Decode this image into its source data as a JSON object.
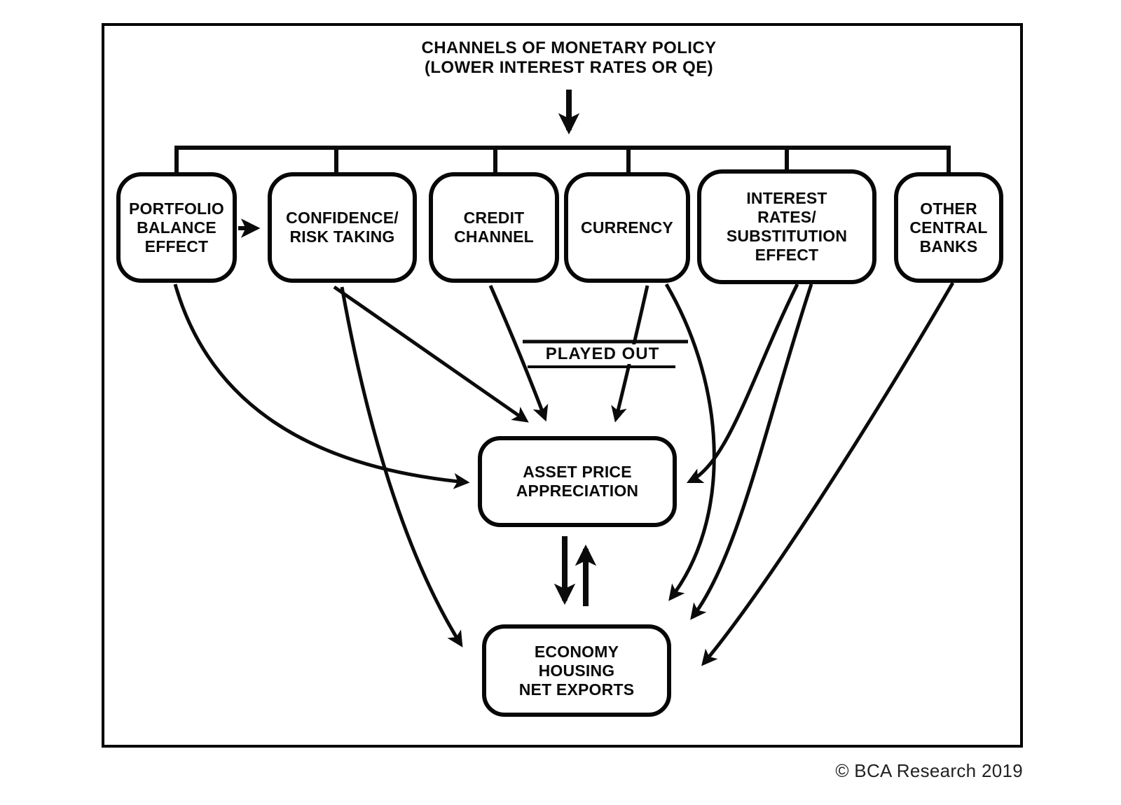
{
  "diagram": {
    "title_line1": "CHANNELS OF MONETARY POLICY",
    "title_line2": "(LOWER INTEREST RATES OR QE)",
    "played_out": "PLAYED OUT",
    "copyright": "© BCA Research 2019"
  },
  "channels": {
    "portfolio": {
      "lines": [
        "PORTFOLIO",
        "BALANCE",
        "EFFECT"
      ]
    },
    "confidence": {
      "lines": [
        "CONFIDENCE/",
        "RISK TAKING"
      ]
    },
    "credit": {
      "lines": [
        "CREDIT",
        "CHANNEL"
      ]
    },
    "currency": {
      "lines": [
        "CURRENCY"
      ]
    },
    "interest": {
      "lines": [
        "INTEREST",
        "RATES/",
        "SUBSTITUTION",
        "EFFECT"
      ]
    },
    "other_banks": {
      "lines": [
        "OTHER",
        "CENTRAL",
        "BANKS"
      ]
    }
  },
  "outcomes": {
    "asset": {
      "lines": [
        "ASSET PRICE",
        "APPRECIATION"
      ]
    },
    "economy": {
      "lines": [
        "ECONOMY",
        "HOUSING",
        "NET EXPORTS"
      ]
    }
  },
  "edges": [
    {
      "from": "monetary-policy",
      "to": "all-channels"
    },
    {
      "from": "portfolio-balance-effect",
      "to": "confidence-risk-taking"
    },
    {
      "from": "portfolio-balance-effect",
      "to": "asset-price-appreciation"
    },
    {
      "from": "confidence-risk-taking",
      "to": "asset-price-appreciation"
    },
    {
      "from": "confidence-risk-taking",
      "to": "economy-housing-net-exports"
    },
    {
      "from": "credit-channel",
      "to": "asset-price-appreciation"
    },
    {
      "from": "currency",
      "to": "asset-price-appreciation",
      "note": "PLAYED OUT"
    },
    {
      "from": "currency",
      "to": "economy-housing-net-exports"
    },
    {
      "from": "interest-rates-substitution-effect",
      "to": "asset-price-appreciation"
    },
    {
      "from": "interest-rates-substitution-effect",
      "to": "economy-housing-net-exports"
    },
    {
      "from": "other-central-banks",
      "to": "economy-housing-net-exports"
    },
    {
      "from": "asset-price-appreciation",
      "to": "economy-housing-net-exports",
      "bidirectional": true
    }
  ],
  "colors": {
    "ink": "#0b0b0b",
    "background": "#ffffff"
  }
}
